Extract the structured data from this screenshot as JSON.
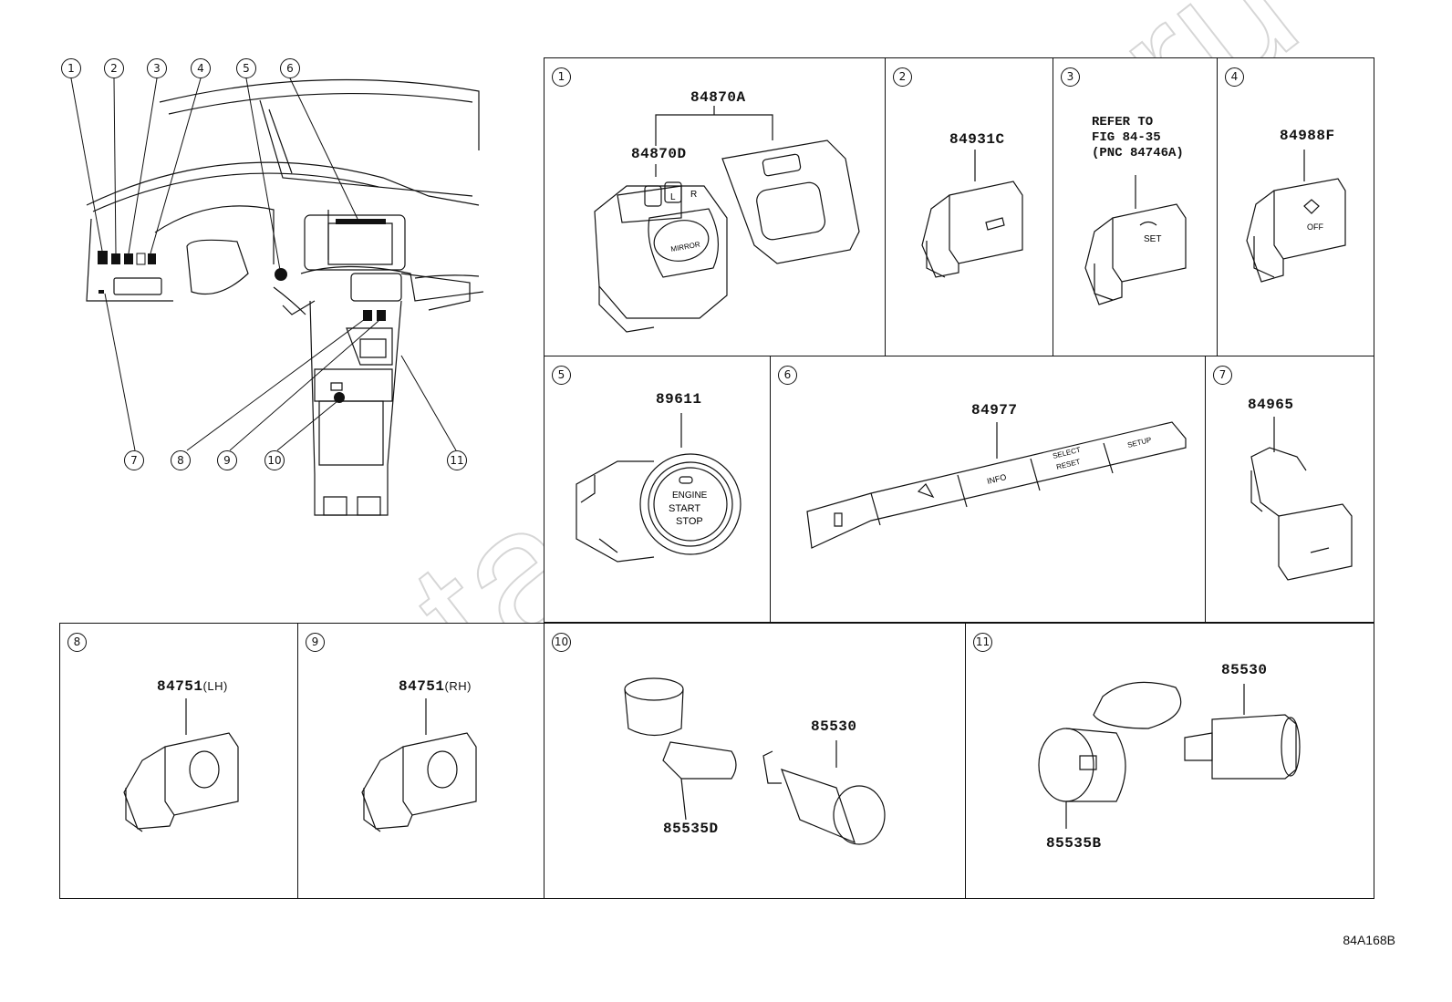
{
  "figure_code": "84A168B",
  "watermark": "ToyotaCarMine.ru",
  "overview": {
    "callouts": [
      "1",
      "2",
      "3",
      "4",
      "5",
      "6",
      "7",
      "8",
      "9",
      "10",
      "11"
    ]
  },
  "panels": [
    {
      "number": "1",
      "parts": [
        "84870A",
        "84870D"
      ],
      "switch_labels": [
        "L",
        "R",
        "MIRROR"
      ]
    },
    {
      "number": "2",
      "parts": [
        "84931C"
      ]
    },
    {
      "number": "3",
      "note": "REFER TO\nFIG 84-35\n(PNC 84746A)",
      "switch_labels": [
        "SET"
      ]
    },
    {
      "number": "4",
      "parts": [
        "84988F"
      ],
      "switch_labels": [
        "OFF"
      ]
    },
    {
      "number": "5",
      "parts": [
        "89611"
      ],
      "switch_labels": [
        "ENGINE",
        "START",
        "STOP"
      ]
    },
    {
      "number": "6",
      "parts": [
        "84977"
      ],
      "switch_labels": [
        "INFO",
        "SELECT",
        "RESET",
        "SETUP"
      ]
    },
    {
      "number": "7",
      "parts": [
        "84965"
      ]
    },
    {
      "number": "8",
      "parts": [
        "84751"
      ],
      "side": "(LH)"
    },
    {
      "number": "9",
      "parts": [
        "84751"
      ],
      "side": "(RH)"
    },
    {
      "number": "10",
      "parts": [
        "85530",
        "85535D"
      ]
    },
    {
      "number": "11",
      "parts": [
        "85530",
        "85535B"
      ]
    }
  ],
  "icon_colors": {
    "ink": "#111111",
    "watermark": "#d9d9d9"
  }
}
